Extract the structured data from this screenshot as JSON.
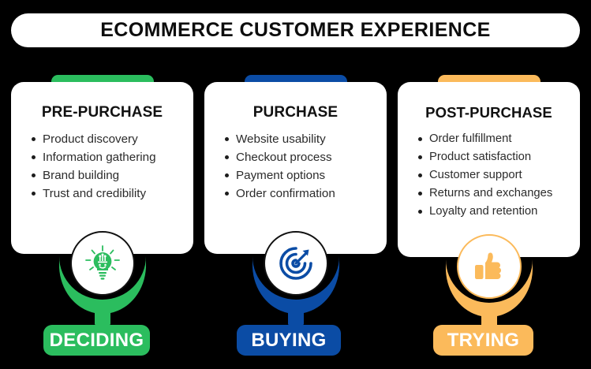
{
  "header": {
    "title": "ECOMMERCE CUSTOMER EXPERIENCE"
  },
  "colors": {
    "green": "#2BBD5E",
    "blue": "#0B4CA5",
    "orange": "#FBBA5B",
    "background": "#000000",
    "card": "#ffffff",
    "text": "#2b2b2b",
    "heading": "#111111"
  },
  "columns": [
    {
      "id": "pre-purchase",
      "title": "PRE-PURCHASE",
      "accent": "#2BBD5E",
      "icon": "lightbulb-circuit-icon",
      "ring_color": "#111111",
      "bullets": [
        "Product discovery",
        "Information gathering",
        "Brand building",
        "Trust and credibility"
      ],
      "stage_label": "DECIDING"
    },
    {
      "id": "purchase",
      "title": "PURCHASE",
      "accent": "#0B4CA5",
      "icon": "target-arrow-icon",
      "ring_color": "#111111",
      "bullets": [
        "Website usability",
        "Checkout process",
        "Payment options",
        "Order confirmation"
      ],
      "stage_label": "BUYING"
    },
    {
      "id": "post-purchase",
      "title": "POST-PURCHASE",
      "accent": "#FBBA5B",
      "icon": "thumbs-up-icon",
      "ring_color": "#FBBA5B",
      "bullets": [
        "Order fulfillment",
        "Product satisfaction",
        "Customer support",
        "Returns and exchanges",
        "Loyalty and retention"
      ],
      "stage_label": "TRYING"
    }
  ]
}
